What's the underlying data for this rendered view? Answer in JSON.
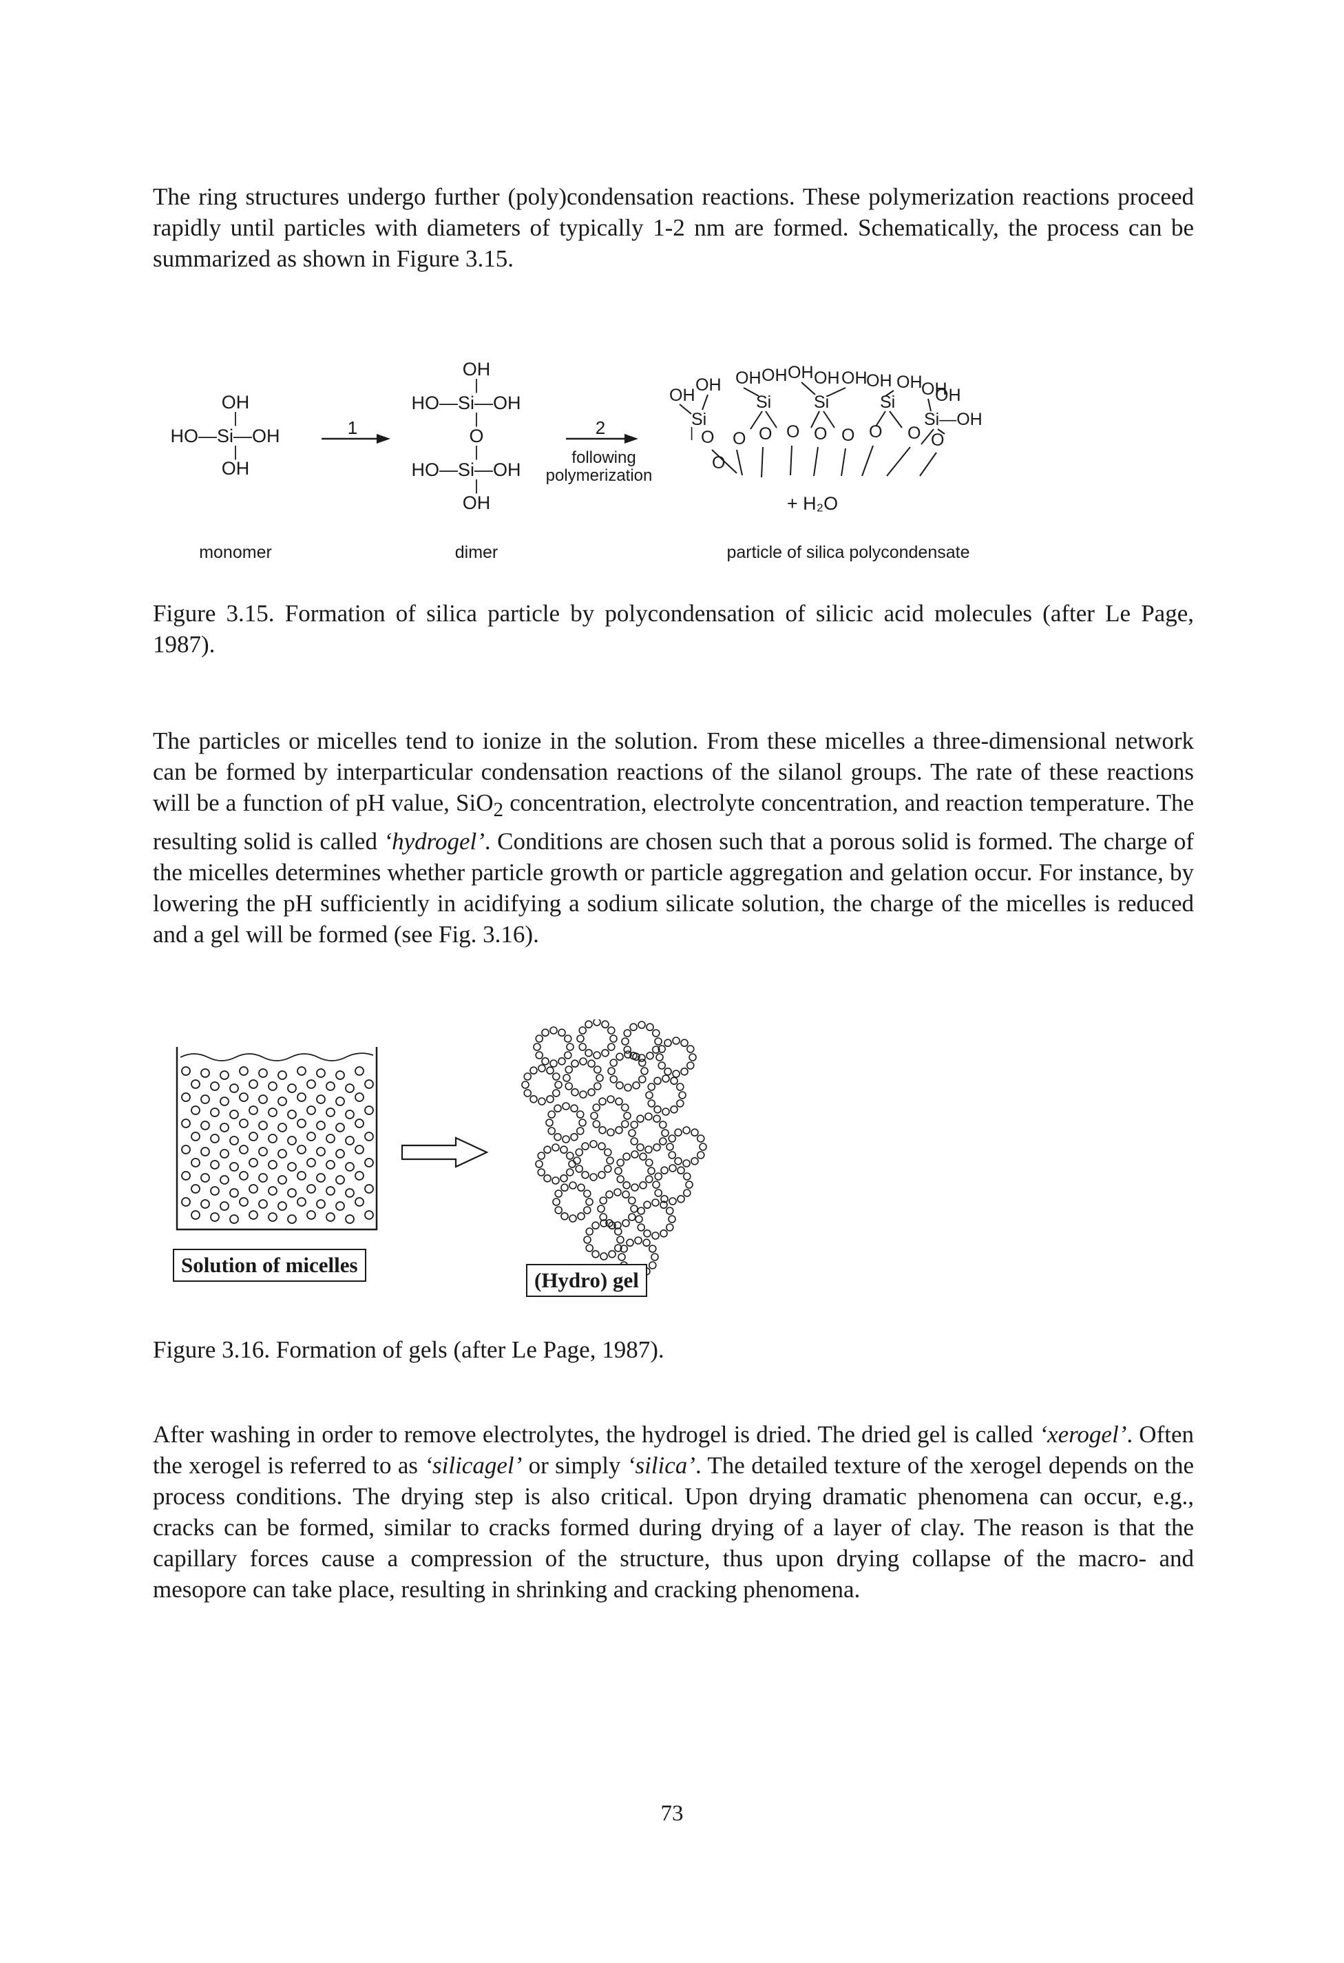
{
  "paragraphs": {
    "p1": "The ring structures undergo further (poly)condensation reactions. These polymerization reactions proceed rapidly until particles with diameters of typically 1-2 nm are formed. Schematically, the process can be summarized as shown in Figure 3.15.",
    "p2_a": "The particles or micelles tend to ionize in the solution. From these micelles a three-dimensional network can be formed by interparticular condensation reactions of the silanol groups. The rate of these reactions will be a function of pH value, SiO",
    "p2_sub": "2",
    "p2_b": " concentration, electrolyte concentration, and reaction temperature. The resulting solid is called ",
    "p2_term": "‘hydrogel’",
    "p2_c": ". Conditions are chosen such that a porous solid is formed. The charge of the micelles determines whether particle growth or particle aggregation and gelation occur. For instance, by lowering the pH sufficiently in acidifying a sodium silicate solution, the charge of the micelles is reduced and a gel will be formed (see Fig. 3.16).",
    "p3_a": "After washing in order to remove electrolytes, the hydrogel is dried. The dried gel is called ",
    "p3_term1": "‘xerogel’",
    "p3_b": ". Often the xerogel is referred to as ",
    "p3_term2": "‘silicagel’",
    "p3_c": " or simply ",
    "p3_term3": "‘silica’",
    "p3_d": ". The detailed texture of the xerogel depends on the process conditions. The drying step is also critical. Upon drying dramatic phenomena can occur, e.g., cracks can be formed, similar to cracks formed during drying of a layer of clay. The reason is that the capillary forces cause a compression of the structure, thus upon drying collapse of the macro- and mesopore can take place, resulting in shrinking and cracking phenomena."
  },
  "figure_3_15": {
    "caption": "Figure 3.15. Formation of silica particle by polycondensation of silicic acid molecules (after Le Page, 1987).",
    "monomer_label": "monomer",
    "dimer_label": "dimer",
    "particle_label": "particle of silica polycondensate",
    "arrow1_number": "1",
    "arrow2_number": "2",
    "arrow2_text_line1": "following",
    "arrow2_text_line2": "polymerization",
    "water_text": "+ H₂O",
    "oh": "OH",
    "ho_si_oh": "HO—Si—OH",
    "o": "O",
    "si": "Si",
    "si_oh": "Si—OH",
    "bond": "|"
  },
  "figure_3_16": {
    "caption": "Figure 3.16. Formation of gels (after Le Page, 1987).",
    "left_label": "Solution of micelles",
    "right_label": "(Hydro) gel"
  },
  "page_number": "73"
}
